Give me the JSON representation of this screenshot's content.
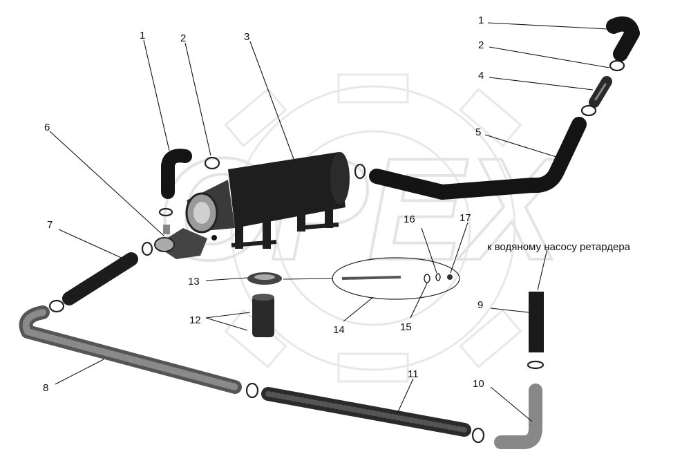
{
  "watermark": "OPEX",
  "note": "к водяному насосу ретардера",
  "callouts": {
    "c1_left": "1",
    "c2_left": "2",
    "c3": "3",
    "c1_right": "1",
    "c2_right": "2",
    "c4": "4",
    "c5": "5",
    "c6": "6",
    "c7": "7",
    "c8": "8",
    "c9": "9",
    "c10": "10",
    "c11": "11",
    "c12": "12",
    "c13": "13",
    "c14": "14",
    "c15": "15",
    "c16": "16",
    "c17": "17"
  },
  "colors": {
    "line": "#111111",
    "hose_dark": "#1a1a1a",
    "hose_gray": "#7a7a7a",
    "watermark": "#e8e8e8"
  }
}
